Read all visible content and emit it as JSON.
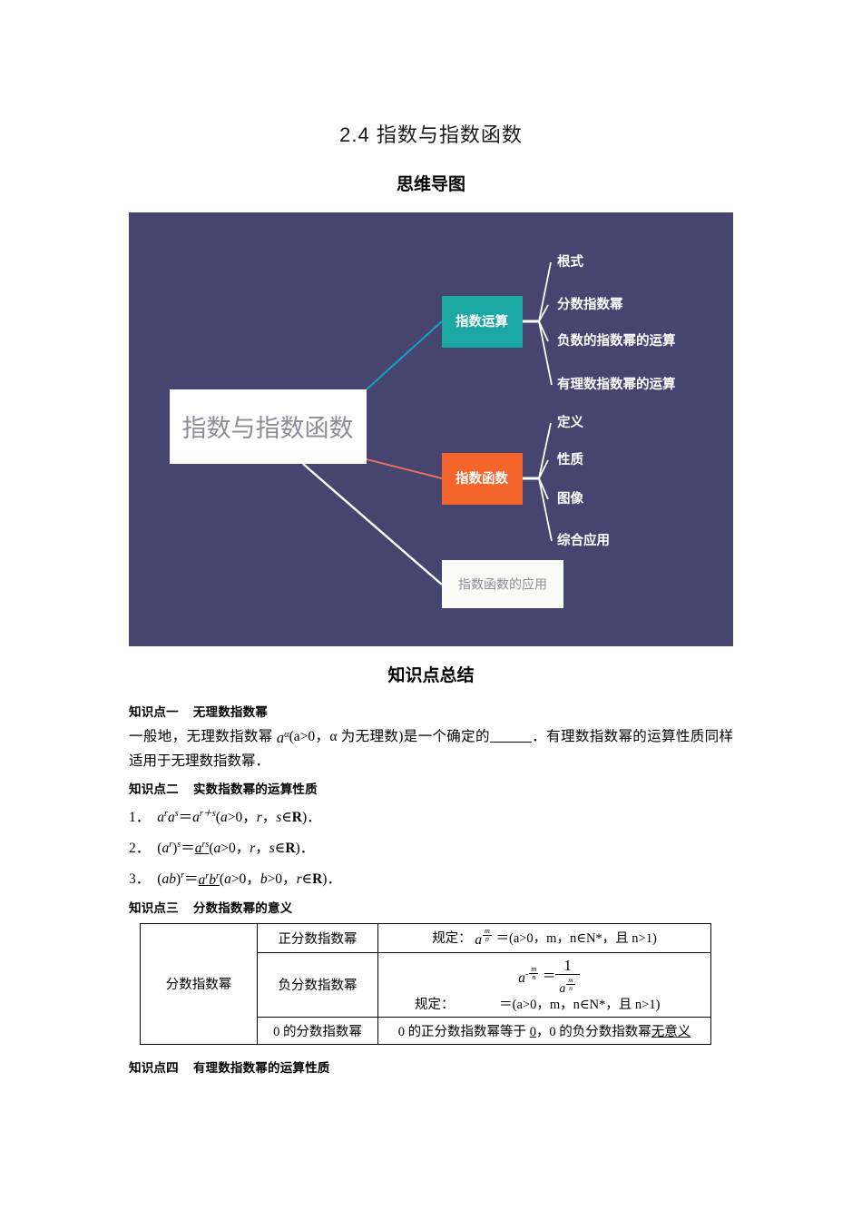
{
  "document": {
    "title": "2.4  指数与指数函数",
    "mindmap_heading": "思维导图",
    "summary_heading": "知识点总结"
  },
  "mindmap": {
    "background_color": "#454570",
    "central_node": {
      "label": "指数与指数函数",
      "fill": "#ffffff",
      "text_color": "#8d8d97"
    },
    "branches": [
      {
        "label": "指数运算",
        "fill": "#1ba8a4",
        "text_color": "#ffffff",
        "connector_color": "#17a3c0",
        "children": [
          "根式",
          "分数指数幂",
          "负数的指数幂的运算",
          "有理数指数幂的运算"
        ]
      },
      {
        "label": "指数函数",
        "fill": "#f4652b",
        "text_color": "#ffffff",
        "connector_color": "#e2705e",
        "children": [
          "定义",
          "性质",
          "图像",
          "综合应用"
        ]
      }
    ],
    "leaf_node": {
      "label": "指数函数的应用",
      "fill": "#fbfbf7",
      "text_color": "#8d8d97",
      "connector_color": "#ffffff"
    },
    "child_text_color": "#ffffff"
  },
  "knowledge_points": [
    {
      "index": "知识点一",
      "title": "无理数指数幂",
      "body_part1": "一般地，无理数指数幂 ",
      "body_formula": "a",
      "body_exponent": "α",
      "body_part2": "(a>0，α 为无理数)是一个确定的",
      "blank": "",
      "body_part3": "．有理数指数幂的运算性质同样适用于无理数指数幂．"
    },
    {
      "index": "知识点二",
      "title": "实数指数幂的运算性质",
      "formulas": [
        {
          "num": "1．",
          "text": "a^r a^s＝a^(r+s)(a>0，r，s∈R)．"
        },
        {
          "num": "2．",
          "text": "(a^r)^s＝a^(rs)(a>0，r，s∈R)．"
        },
        {
          "num": "3．",
          "text": "(ab)^r＝a^r b^r(a>0，b>0，r∈R)．"
        }
      ]
    },
    {
      "index": "知识点三",
      "title": "分数指数幂的意义",
      "table": {
        "row_header": "分数指数幂",
        "rows": [
          {
            "name": "正分数指数幂",
            "prefix": "规定：",
            "condition": "＝(a>0，m，n∈N*，且 n>1)"
          },
          {
            "name": "负分数指数幂",
            "prefix": "规定：",
            "condition": "＝(a>0，m，n∈N*，且 n>1)"
          },
          {
            "name": "0 的分数指数幂",
            "text_part1": "0 的正分数指数幂等于 ",
            "text_blank1": "0",
            "text_part2": "，0 的负分数指数幂",
            "text_blank2": "无意义"
          }
        ]
      }
    },
    {
      "index": "知识点四",
      "title": "有理数指数幂的运算性质"
    }
  ]
}
